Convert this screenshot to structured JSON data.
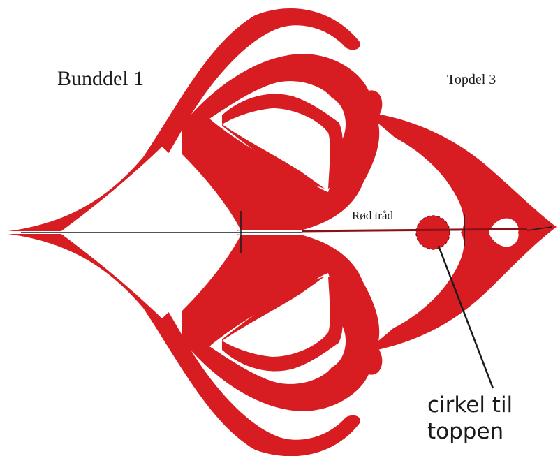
{
  "labels": {
    "bottom_part": "Bunddel 1",
    "top_part": "Topdel 3",
    "thread": "Rød tråd",
    "circle_line1": "cirkel til",
    "circle_line2": "toppen"
  },
  "colors": {
    "paper": "#d71c22",
    "thread": "#8a1015",
    "ink": "#1a1a1a",
    "background": "#ffffff"
  }
}
